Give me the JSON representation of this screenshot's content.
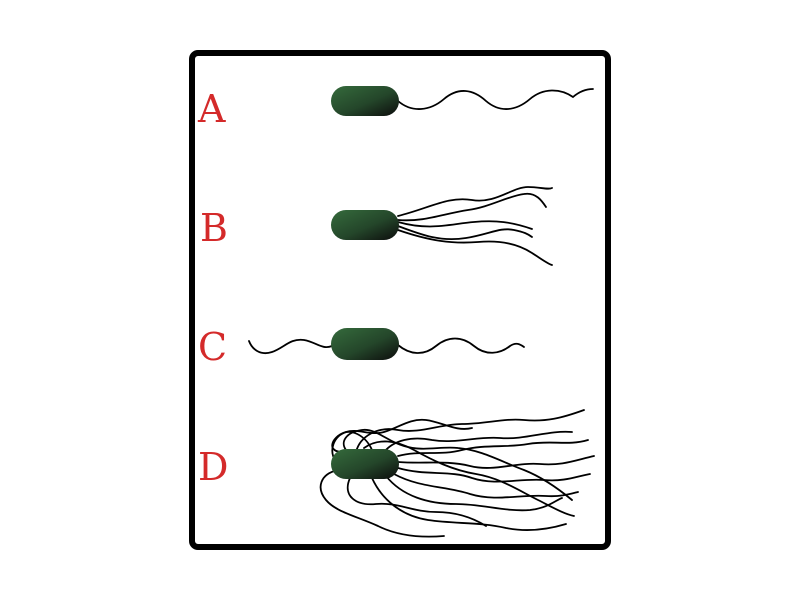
{
  "diagram": {
    "panels": [
      {
        "label": "A",
        "arrangement": "monotrichous"
      },
      {
        "label": "B",
        "arrangement": "lophotrichous"
      },
      {
        "label": "C",
        "arrangement": "amphitrichous"
      },
      {
        "label": "D",
        "arrangement": "peritrichous"
      }
    ],
    "colors": {
      "label": "#d42a2a",
      "frame": "#000000",
      "cell_dark": "#2f5a34",
      "cell_black": "#111111",
      "flagellum": "#000000"
    }
  }
}
